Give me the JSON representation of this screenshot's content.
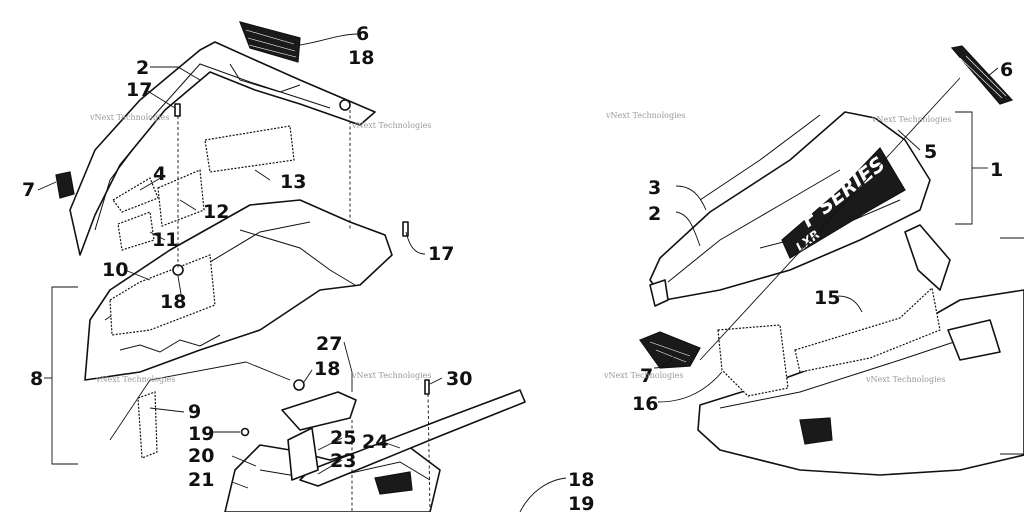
{
  "watermark": "vNext Technologies",
  "decal_logo": {
    "series": "F SERIES",
    "model": "LXR"
  },
  "callouts": {
    "left": {
      "c1": "2",
      "c2": "6",
      "c3": "18",
      "c4": "17",
      "c5": "4",
      "c6": "13",
      "c7": "7",
      "c8": "12",
      "c9": "11",
      "c10": "17",
      "c11": "10",
      "c12": "18",
      "c13": "8",
      "c14": "27",
      "c15": "18",
      "c16": "30",
      "c17": "9",
      "c18": "19",
      "c19": "25",
      "c20": "23",
      "c21": "20",
      "c22": "24",
      "c23": "21",
      "c24": "18",
      "c25": "19"
    },
    "right": {
      "c1": "6",
      "c2": "5",
      "c3": "1",
      "c4": "3",
      "c5": "2",
      "c6": "15",
      "c7": "7",
      "c8": "16"
    }
  }
}
